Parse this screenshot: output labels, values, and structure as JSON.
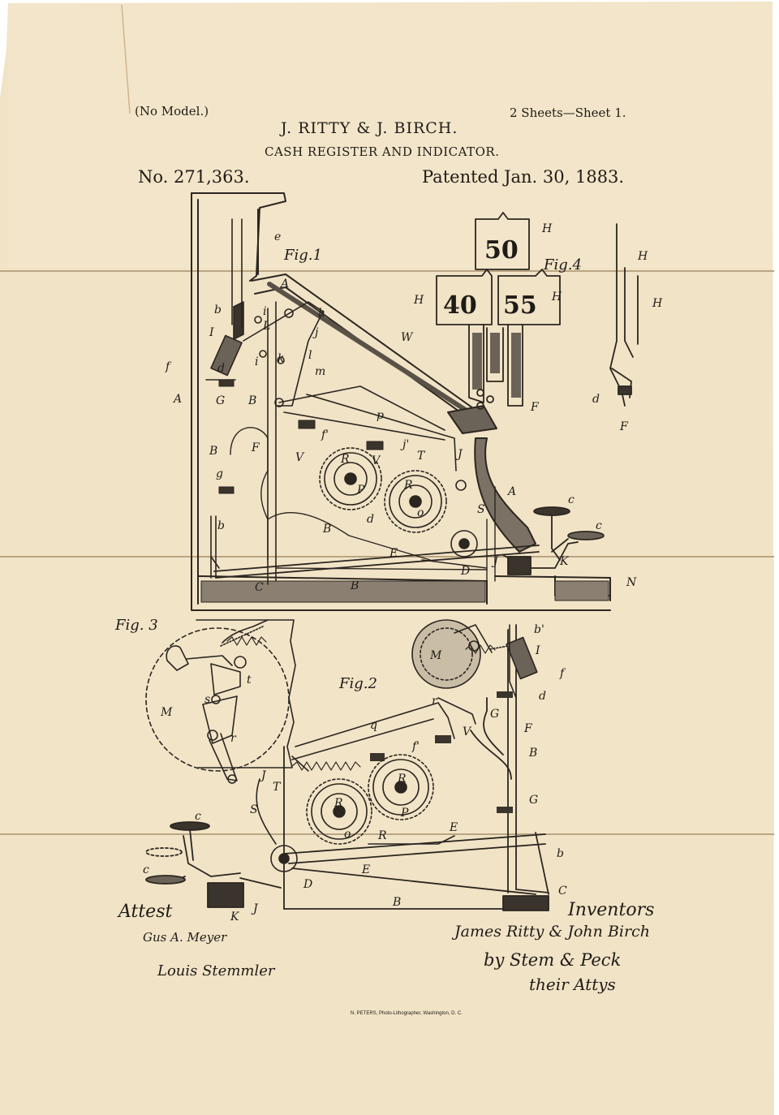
{
  "header": {
    "no_model": "(No Model.)",
    "sheets": "2 Sheets—Sheet 1.",
    "inventors_names": "J. RITTY & J. BIRCH.",
    "title": "CASH REGISTER AND INDICATOR.",
    "patent_number": "No. 271,363.",
    "patent_date": "Patented Jan. 30, 1883."
  },
  "figures": {
    "fig1": "Fig.1",
    "fig2": "Fig.2",
    "fig3": "Fig. 3",
    "fig4": "Fig.4"
  },
  "indicator_tabs": [
    "50",
    "40",
    "55"
  ],
  "reference_letters": {
    "A": "A",
    "B": "B",
    "C": "C",
    "D": "D",
    "E": "E",
    "F": "F",
    "G": "G",
    "H": "H",
    "I": "I",
    "J": "J",
    "K": "K",
    "L": "L",
    "M": "M",
    "N": "N",
    "P": "P",
    "R": "R",
    "S": "S",
    "T": "T",
    "V": "V",
    "W": "W",
    "b": "b",
    "c": "c",
    "d": "d",
    "e": "e",
    "f": "f",
    "g": "g",
    "h": "h",
    "i": "i",
    "j": "j",
    "k": "k",
    "l": "l",
    "m": "m",
    "o": "o",
    "p": "p",
    "q": "q",
    "r": "r",
    "s": "s",
    "t": "t",
    "b_prime": "b'",
    "f_prime": "f'",
    "j_prime": "j'"
  },
  "signatures": {
    "attest_label": "Attest",
    "witness_1": "Gus A. Meyer",
    "witness_2": "Louis Stemmler",
    "inventors_label": "Inventors",
    "inventors_signed": "James Ritty & John Birch",
    "by_attorneys": "by Stem & Peck",
    "their_attys": "their Attys"
  },
  "imprint": "N. PETERS, Photo-Lithographer, Washington, D. C.",
  "colors": {
    "paper": "#f1e3c6",
    "paper_light": "#f6ead0",
    "ink": "#2b2620",
    "fold": "#b9a583"
  }
}
